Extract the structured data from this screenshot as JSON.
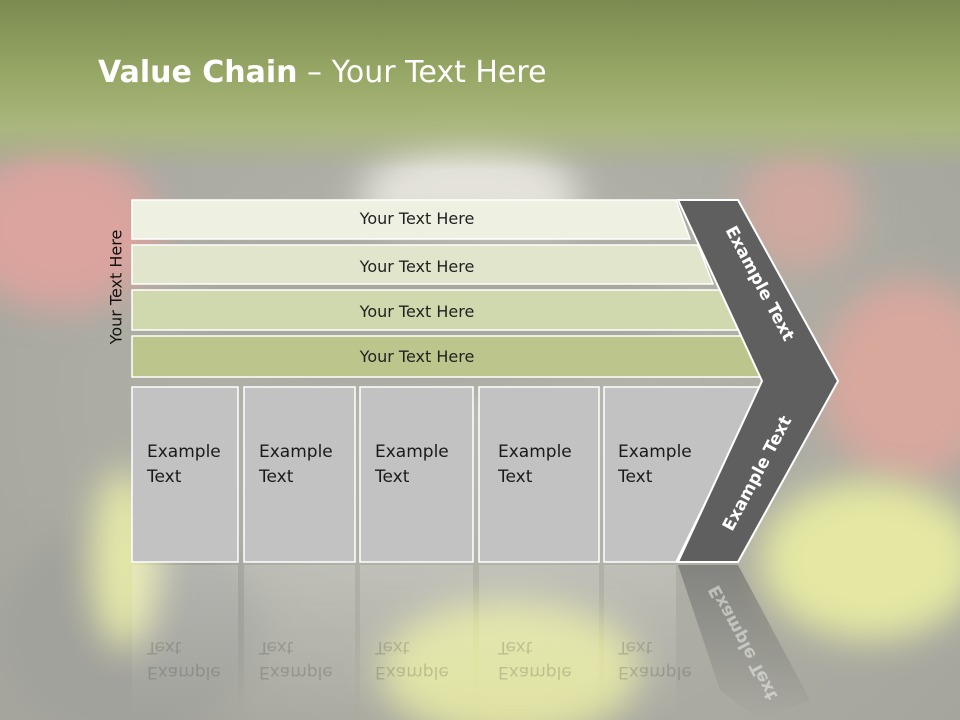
{
  "title": {
    "bold": "Value Chain",
    "rest": " – Your Text Here"
  },
  "side_label": "Your Text Here",
  "bands": [
    {
      "label": "Your Text Here",
      "color": "#eef0e2"
    },
    {
      "label": "Your Text Here",
      "color": "#e0e5cb"
    },
    {
      "label": "Your Text Here",
      "color": "#d0d8ad"
    },
    {
      "label": "Your Text Here",
      "color": "#bcc68c"
    }
  ],
  "boxes": [
    {
      "line1": "Example",
      "line2": "Text"
    },
    {
      "line1": "Example",
      "line2": "Text"
    },
    {
      "line1": "Example",
      "line2": "Text"
    },
    {
      "line1": "Example",
      "line2": "Text"
    },
    {
      "line1": "Example",
      "line2": "Text"
    }
  ],
  "chevron": {
    "upper": "Example Text",
    "lower": "Example Text"
  },
  "colors": {
    "title_band": "#8d9c5c",
    "box_fill": "#c2c2c2",
    "chevron_fill": "#5f5f5f"
  }
}
